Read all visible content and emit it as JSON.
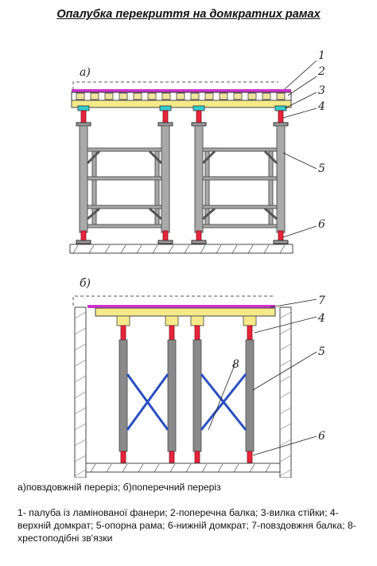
{
  "title": "Опалубка перекриття на домкратних рамах",
  "diagram": {
    "view_a_label": "а)",
    "view_b_label": "б)",
    "callouts_a": [
      "1",
      "2",
      "3",
      "4",
      "5",
      "6"
    ],
    "callouts_b": [
      "7",
      "4",
      "5",
      "8",
      "6"
    ],
    "colors": {
      "plywood": "#cc33cc",
      "beam": "#f5e98a",
      "jack": "#e8243a",
      "fork": "#33cccc",
      "frame": "#8a8a8a",
      "brace": "#2a4fc0"
    }
  },
  "caption_views": "а)повздовжній переріз; б)поперечний переріз",
  "caption_legend": "1- палуба із ламінованої фанери; 2-поперечна балка; 3-вилка стійки; 4-верхній домкрат; 5-опорна рама; 6-нижній домкрат; 7-повздовжня балка; 8-хрестоподібні зв'язки"
}
